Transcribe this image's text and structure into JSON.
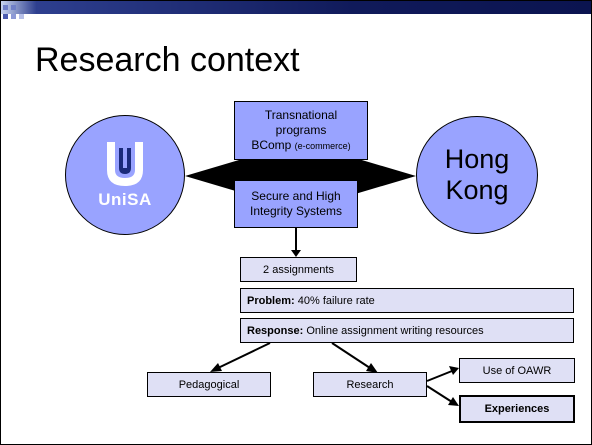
{
  "title": "Research context",
  "left_circle": {
    "logo_text": "UniSA"
  },
  "right_circle": {
    "line1": "Hong",
    "line2": "Kong"
  },
  "box_transnational": {
    "line1": "Transnational",
    "line2": "programs",
    "line3_main": "BComp",
    "line3_small": "(e-commerce)"
  },
  "box_secure": {
    "line1": "Secure and High",
    "line2": "Integrity Systems"
  },
  "box_assignments": {
    "text": "2 assignments"
  },
  "box_problem": {
    "bold": "Problem:",
    "text": "40% failure rate"
  },
  "box_response": {
    "bold": "Response:",
    "text": "Online assignment writing resources"
  },
  "box_pedagogical": {
    "text": "Pedagogical"
  },
  "box_research": {
    "text": "Research"
  },
  "box_use": {
    "text": "Use of OAWR"
  },
  "box_experiences": {
    "text": "Experiences"
  },
  "colors": {
    "box_blue": "#99a3ff",
    "box_lavender": "#dfe0f5",
    "header_navy": "#101a5a",
    "accent_square": "#6f7fc7"
  }
}
